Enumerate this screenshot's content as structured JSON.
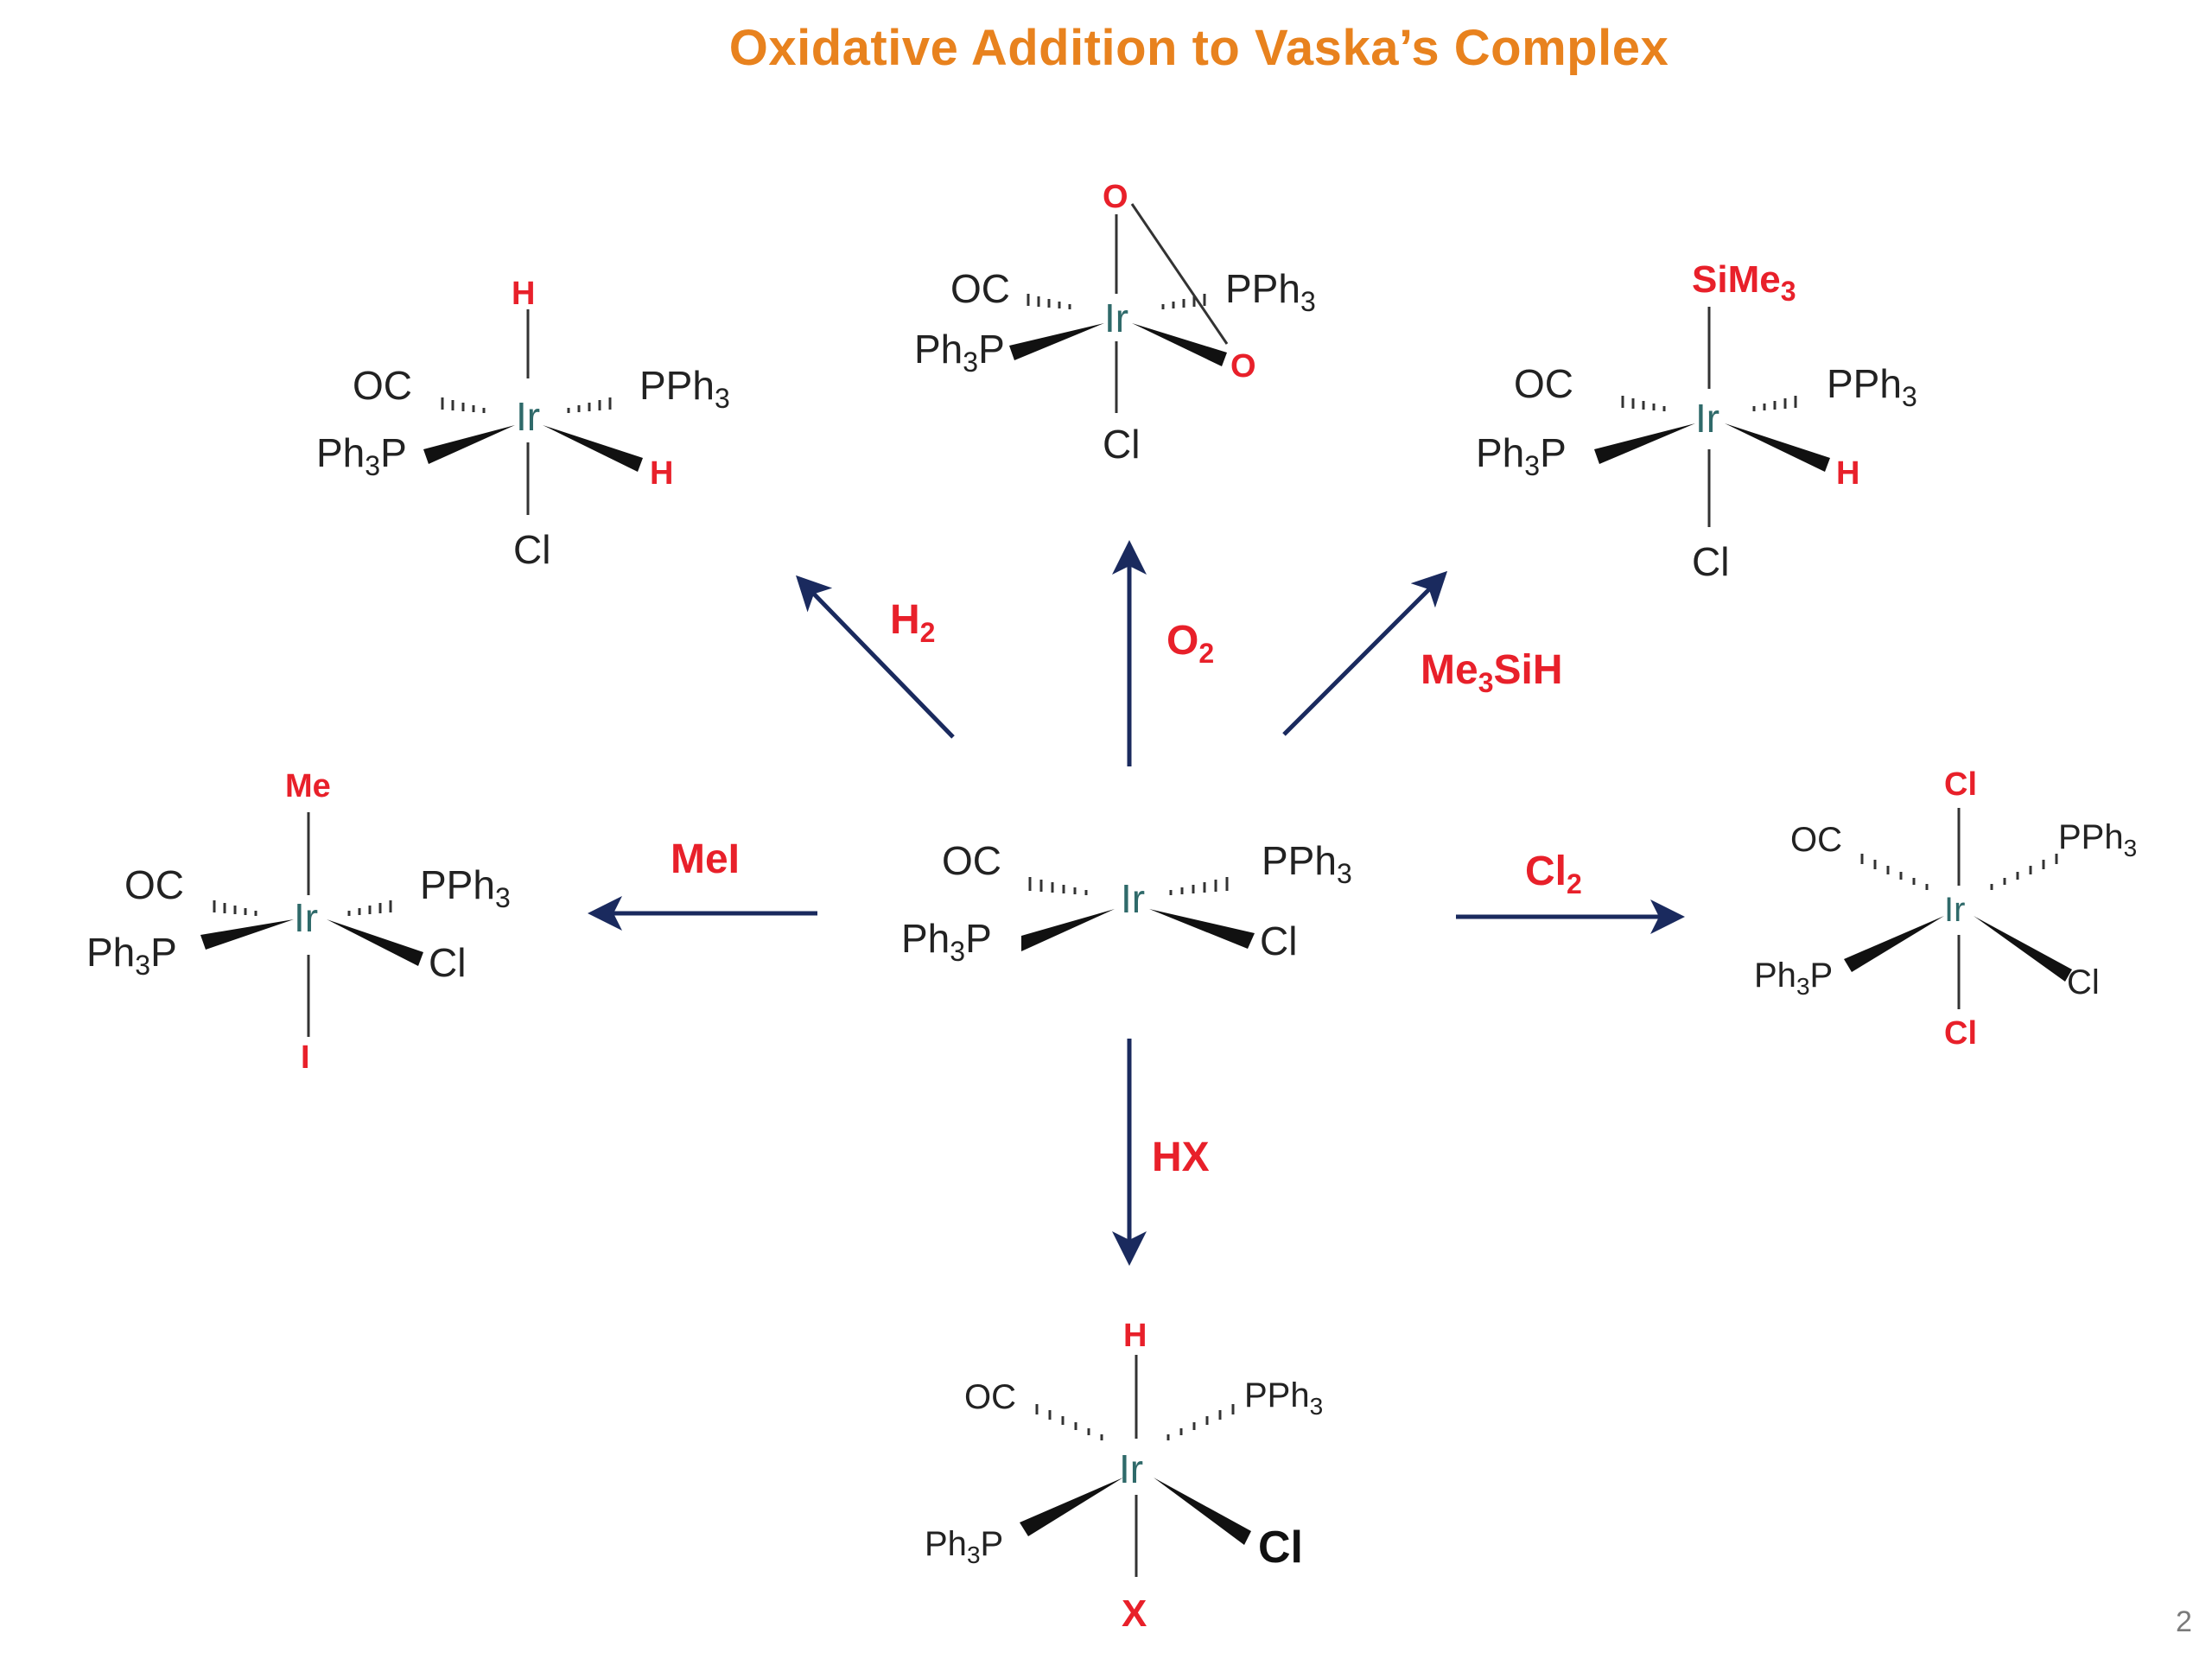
{
  "title": "Oxidative Addition to Vaska’s Complex",
  "slide_number": "2",
  "colors": {
    "title": "#E8821E",
    "highlight": "#E8202A",
    "arrow": "#1a2a5e",
    "metal": "#2f6a6a"
  },
  "center_complex": {
    "metal": "Ir",
    "ligands": [
      "OC",
      "PPh3",
      "Ph3P",
      "Cl"
    ]
  },
  "reactions": [
    {
      "reagent": "H2",
      "product": {
        "metal": "Ir",
        "ligands": [
          "H",
          "OC",
          "PPh3",
          "Ph3P",
          "H",
          "Cl"
        ]
      }
    },
    {
      "reagent": "O2",
      "product": {
        "metal": "Ir",
        "ligands": [
          "O",
          "OC",
          "PPh3",
          "Ph3P",
          "O",
          "Cl"
        ]
      }
    },
    {
      "reagent": "Me3SiH",
      "product": {
        "metal": "Ir",
        "ligands": [
          "SiMe3",
          "OC",
          "PPh3",
          "Ph3P",
          "H",
          "Cl"
        ]
      }
    },
    {
      "reagent": "MeI",
      "product": {
        "metal": "Ir",
        "ligands": [
          "Me",
          "OC",
          "PPh3",
          "Ph3P",
          "Cl",
          "I"
        ]
      }
    },
    {
      "reagent": "Cl2",
      "product": {
        "metal": "Ir",
        "ligands": [
          "Cl",
          "OC",
          "PPh3",
          "Ph3P",
          "Cl",
          "Cl"
        ]
      }
    },
    {
      "reagent": "HX",
      "product": {
        "metal": "Ir",
        "ligands": [
          "H",
          "OC",
          "PPh3",
          "Ph3P",
          "Cl",
          "X"
        ]
      }
    }
  ]
}
